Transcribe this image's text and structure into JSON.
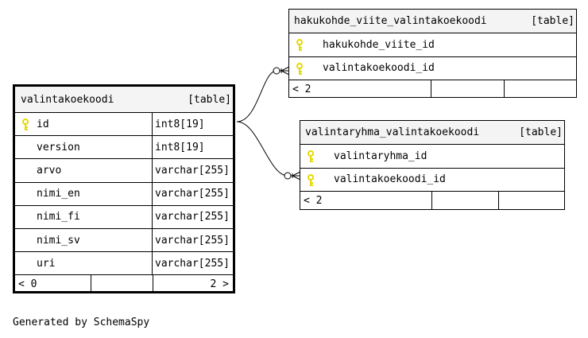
{
  "tables": {
    "main": {
      "name": "valintakoekoodi",
      "kind": "[table]",
      "columns": [
        {
          "name": "id",
          "type": "int8[19]",
          "key": true
        },
        {
          "name": "version",
          "type": "int8[19]",
          "key": false
        },
        {
          "name": "arvo",
          "type": "varchar[255]",
          "key": false
        },
        {
          "name": "nimi_en",
          "type": "varchar[255]",
          "key": false
        },
        {
          "name": "nimi_fi",
          "type": "varchar[255]",
          "key": false
        },
        {
          "name": "nimi_sv",
          "type": "varchar[255]",
          "key": false
        },
        {
          "name": "uri",
          "type": "varchar[255]",
          "key": false
        }
      ],
      "footer_left": "< 0",
      "footer_right": "2 >"
    },
    "hakukohde": {
      "name": "hakukohde_viite_valintakoekoodi",
      "kind": "[table]",
      "columns": [
        {
          "name": "hakukohde_viite_id",
          "key": true
        },
        {
          "name": "valintakoekoodi_id",
          "key": true
        }
      ],
      "footer_left": "< 2"
    },
    "valintaryhma": {
      "name": "valintaryhma_valintakoekoodi",
      "kind": "[table]",
      "columns": [
        {
          "name": "valintaryhma_id",
          "key": true
        },
        {
          "name": "valintakoekoodi_id",
          "key": true
        }
      ],
      "footer_left": "< 2"
    }
  },
  "footer_text": "Generated by SchemaSpy",
  "colors": {
    "header_bg": "#f4f4f4",
    "key_icon": "#e6d800",
    "line": "#000000"
  }
}
